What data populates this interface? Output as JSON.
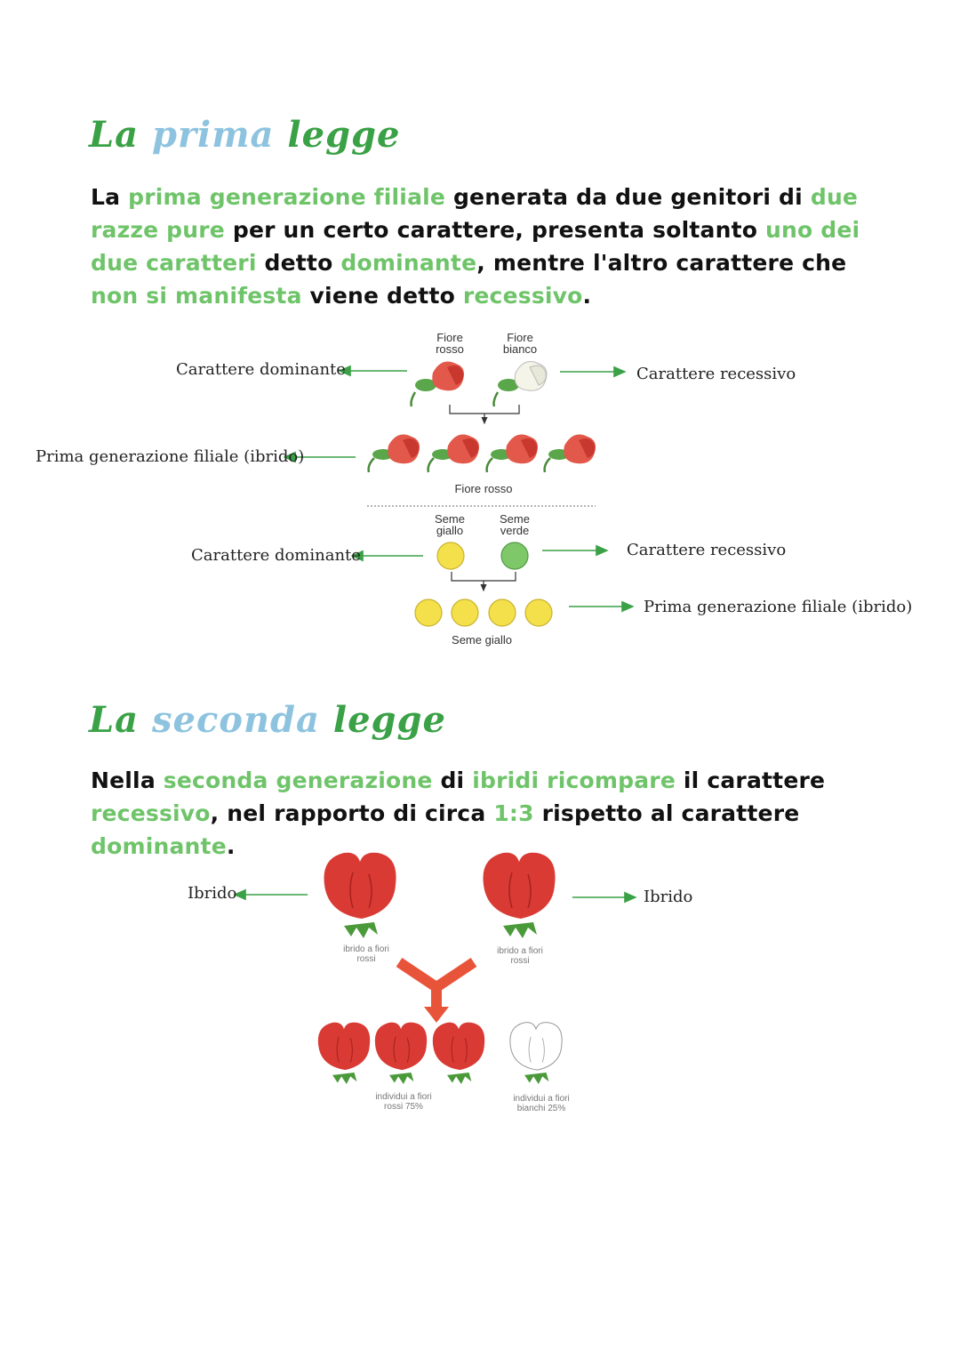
{
  "section1": {
    "title_a": "La ",
    "title_b": "prima",
    "title_c": " legge",
    "para": [
      {
        "t": "La ",
        "g": false
      },
      {
        "t": "prima generazione filiale",
        "g": true
      },
      {
        "t": " generata da due genitori di ",
        "g": false
      },
      {
        "t": "due razze pure",
        "g": true
      },
      {
        "t": " per un certo carattere, presenta soltanto ",
        "g": false
      },
      {
        "t": "uno dei due caratteri",
        "g": true
      },
      {
        "t": " detto ",
        "g": false
      },
      {
        "t": "dominante",
        "g": true
      },
      {
        "t": ", mentre l'altro carattere che ",
        "g": false
      },
      {
        "t": "non si manifesta",
        "g": true
      },
      {
        "t": " viene detto ",
        "g": false
      },
      {
        "t": "recessivo",
        "g": true
      },
      {
        "t": ".",
        "g": false
      }
    ],
    "diagram": {
      "fiore_rosso": [
        "Fiore",
        "rosso"
      ],
      "fiore_bianco": [
        "Fiore",
        "bianco"
      ],
      "fiore_rosso_f1": "Fiore rosso",
      "seme_giallo": [
        "Seme",
        "giallo"
      ],
      "seme_verde": [
        "Seme",
        "verde"
      ],
      "seme_giallo_f1": "Seme giallo",
      "label_dom_1": "Carattere dominante",
      "label_rec_1": "Carattere recessivo",
      "label_f1_1": "Prima generazione filiale (ibrido)",
      "label_dom_2": "Carattere dominante",
      "label_rec_2": "Carattere recessivo",
      "label_f1_2": "Prima generazione filiale (ibrido)"
    }
  },
  "section2": {
    "title_a": "La ",
    "title_b": "seconda",
    "title_c": " legge",
    "para": [
      {
        "t": "Nella ",
        "g": false
      },
      {
        "t": "seconda generazione",
        "g": true
      },
      {
        "t": " di ",
        "g": false
      },
      {
        "t": "ibridi ricompare",
        "g": true
      },
      {
        "t": " il carattere ",
        "g": false
      },
      {
        "t": "recessivo",
        "g": true
      },
      {
        "t": ", nel rapporto di circa ",
        "g": false
      },
      {
        "t": "1:3",
        "g": true
      },
      {
        "t": " rispetto al carattere ",
        "g": false
      },
      {
        "t": "dominante",
        "g": true
      },
      {
        "t": ".",
        "g": false
      }
    ],
    "diagram": {
      "label_left": "Ibrido",
      "label_right": "Ibrido",
      "cap_left": [
        "ibrido a fiori",
        "rossi"
      ],
      "cap_right": [
        "ibrido a fiori",
        "rossi"
      ],
      "cap_red": [
        "individui a fiori",
        "rossi 75%"
      ],
      "cap_white": [
        "individui a fiori",
        "bianchi 25%"
      ]
    }
  },
  "colors": {
    "accent_green": "#3aa146",
    "highlight_green": "#6fc46a",
    "title_blue": "#8ec3df",
    "flower_red": "#d93a34",
    "seed_yellow": "#f4e04a",
    "seed_green": "#7fc86a",
    "arrow_orange": "#e8543a"
  }
}
